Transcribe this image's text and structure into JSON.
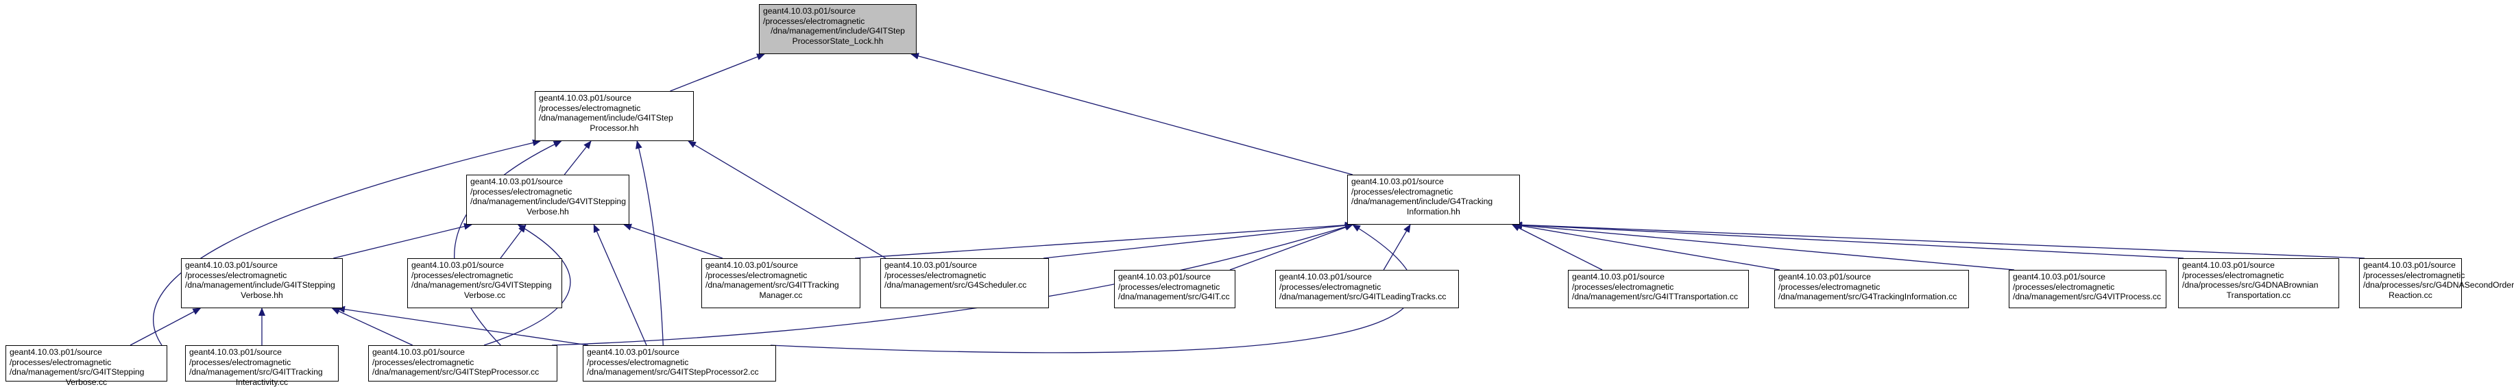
{
  "colors": {
    "edge": "#191970",
    "root_fill": "#bfbfbf",
    "node_fill": "#ffffff",
    "border": "#000000"
  },
  "nodes": [
    {
      "id": "root",
      "lines": [
        "geant4.10.03.p01/source",
        "/processes/electromagnetic",
        "/dna/management/include/G4ITStep",
        "ProcessorState_Lock.hh"
      ]
    },
    {
      "id": "itstepprocessor_hh",
      "lines": [
        "geant4.10.03.p01/source",
        "/processes/electromagnetic",
        "/dna/management/include/G4ITStep",
        "Processor.hh"
      ]
    },
    {
      "id": "trackinginformation_hh",
      "lines": [
        "geant4.10.03.p01/source",
        "/processes/electromagnetic",
        "/dna/management/include/G4Tracking",
        "Information.hh"
      ]
    },
    {
      "id": "vitsteppingverbose_hh",
      "lines": [
        "geant4.10.03.p01/source",
        "/processes/electromagnetic",
        "/dna/management/include/G4VITStepping",
        "Verbose.hh"
      ]
    },
    {
      "id": "itsteppingverbose_hh",
      "lines": [
        "geant4.10.03.p01/source",
        "/processes/electromagnetic",
        "/dna/management/include/G4ITStepping",
        "Verbose.hh"
      ]
    },
    {
      "id": "vitsteppingverbose_cc",
      "lines": [
        "geant4.10.03.p01/source",
        "/processes/electromagnetic",
        "/dna/management/src/G4VITStepping",
        "Verbose.cc"
      ]
    },
    {
      "id": "ittrackingmanager_cc",
      "lines": [
        "geant4.10.03.p01/source",
        "/processes/electromagnetic",
        "/dna/management/src/G4ITTracking",
        "Manager.cc"
      ]
    },
    {
      "id": "scheduler_cc",
      "lines": [
        "geant4.10.03.p01/source",
        "/processes/electromagnetic",
        "/dna/management/src/G4Scheduler.cc"
      ]
    },
    {
      "id": "it_cc",
      "lines": [
        "geant4.10.03.p01/source",
        "/processes/electromagnetic",
        "/dna/management/src/G4IT.cc"
      ]
    },
    {
      "id": "itleadingtracks_cc",
      "lines": [
        "geant4.10.03.p01/source",
        "/processes/electromagnetic",
        "/dna/management/src/G4ITLeadingTracks.cc"
      ]
    },
    {
      "id": "ittransportation_cc",
      "lines": [
        "geant4.10.03.p01/source",
        "/processes/electromagnetic",
        "/dna/management/src/G4ITTransportation.cc"
      ]
    },
    {
      "id": "trackinginformation_cc",
      "lines": [
        "geant4.10.03.p01/source",
        "/processes/electromagnetic",
        "/dna/management/src/G4TrackingInformation.cc"
      ]
    },
    {
      "id": "vitprocess_cc",
      "lines": [
        "geant4.10.03.p01/source",
        "/processes/electromagnetic",
        "/dna/management/src/G4VITProcess.cc"
      ]
    },
    {
      "id": "dnabrownian_cc",
      "lines": [
        "geant4.10.03.p01/source",
        "/processes/electromagnetic",
        "/dna/processes/src/G4DNABrownian",
        "Transportation.cc"
      ]
    },
    {
      "id": "dnasecondorder_cc",
      "lines": [
        "geant4.10.03.p01/source",
        "/processes/electromagnetic",
        "/dna/processes/src/G4DNASecondOrder",
        "Reaction.cc"
      ]
    },
    {
      "id": "itsteppingverbose_cc",
      "lines": [
        "geant4.10.03.p01/source",
        "/processes/electromagnetic",
        "/dna/management/src/G4ITStepping",
        "Verbose.cc"
      ]
    },
    {
      "id": "ittrackinginteractivity_cc",
      "lines": [
        "geant4.10.03.p01/source",
        "/processes/electromagnetic",
        "/dna/management/src/G4ITTracking",
        "Interactivity.cc"
      ]
    },
    {
      "id": "itstepprocessor_cc",
      "lines": [
        "geant4.10.03.p01/source",
        "/processes/electromagnetic",
        "/dna/management/src/G4ITStepProcessor.cc"
      ]
    },
    {
      "id": "itstepprocessor2_cc",
      "lines": [
        "geant4.10.03.p01/source",
        "/processes/electromagnetic",
        "/dna/management/src/G4ITStepProcessor2.cc"
      ]
    }
  ],
  "edges": [
    [
      "itstepprocessor_hh",
      "root"
    ],
    [
      "trackinginformation_hh",
      "root"
    ],
    [
      "vitsteppingverbose_hh",
      "itstepprocessor_hh"
    ],
    [
      "itsteppingverbose_cc",
      "itstepprocessor_hh"
    ],
    [
      "itstepprocessor_cc",
      "itstepprocessor_hh"
    ],
    [
      "itstepprocessor2_cc",
      "itstepprocessor_hh"
    ],
    [
      "scheduler_cc",
      "itstepprocessor_hh"
    ],
    [
      "itsteppingverbose_hh",
      "vitsteppingverbose_hh"
    ],
    [
      "vitsteppingverbose_cc",
      "vitsteppingverbose_hh"
    ],
    [
      "ittrackingmanager_cc",
      "vitsteppingverbose_hh"
    ],
    [
      "itstepprocessor_cc",
      "vitsteppingverbose_hh"
    ],
    [
      "itstepprocessor2_cc",
      "vitsteppingverbose_hh"
    ],
    [
      "itsteppingverbose_cc",
      "itsteppingverbose_hh"
    ],
    [
      "ittrackinginteractivity_cc",
      "itsteppingverbose_hh"
    ],
    [
      "itstepprocessor_cc",
      "itsteppingverbose_hh"
    ],
    [
      "itstepprocessor2_cc",
      "itsteppingverbose_hh"
    ],
    [
      "ittrackingmanager_cc",
      "trackinginformation_hh"
    ],
    [
      "scheduler_cc",
      "trackinginformation_hh"
    ],
    [
      "it_cc",
      "trackinginformation_hh"
    ],
    [
      "itleadingtracks_cc",
      "trackinginformation_hh"
    ],
    [
      "ittransportation_cc",
      "trackinginformation_hh"
    ],
    [
      "trackinginformation_cc",
      "trackinginformation_hh"
    ],
    [
      "vitprocess_cc",
      "trackinginformation_hh"
    ],
    [
      "dnabrownian_cc",
      "trackinginformation_hh"
    ],
    [
      "dnasecondorder_cc",
      "trackinginformation_hh"
    ],
    [
      "itstepprocessor_cc",
      "trackinginformation_hh"
    ],
    [
      "itstepprocessor2_cc",
      "trackinginformation_hh"
    ]
  ]
}
